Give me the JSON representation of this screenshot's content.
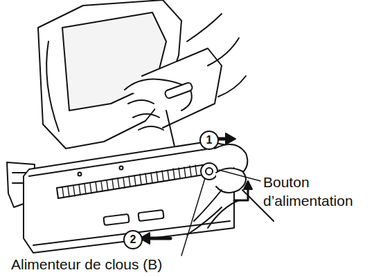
{
  "diagram": {
    "labels": [
      "1",
      "2",
      "Bouton d’alimentation",
      "Alimenteur de clous (B)"
    ]
  }
}
